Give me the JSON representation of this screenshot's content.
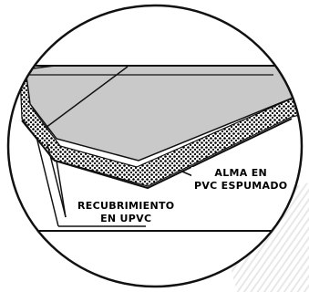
{
  "labels": {
    "core": {
      "line1": "ALMA EN",
      "line2": "PVC ESPUMADO"
    },
    "coating": {
      "line1": "RECUBRIMIENTO",
      "line2": "EN UPVC"
    }
  },
  "colors": {
    "surface": "#c9c9c9",
    "foam_dots": "#000000",
    "background": "#ffffff",
    "outline": "#111111"
  }
}
